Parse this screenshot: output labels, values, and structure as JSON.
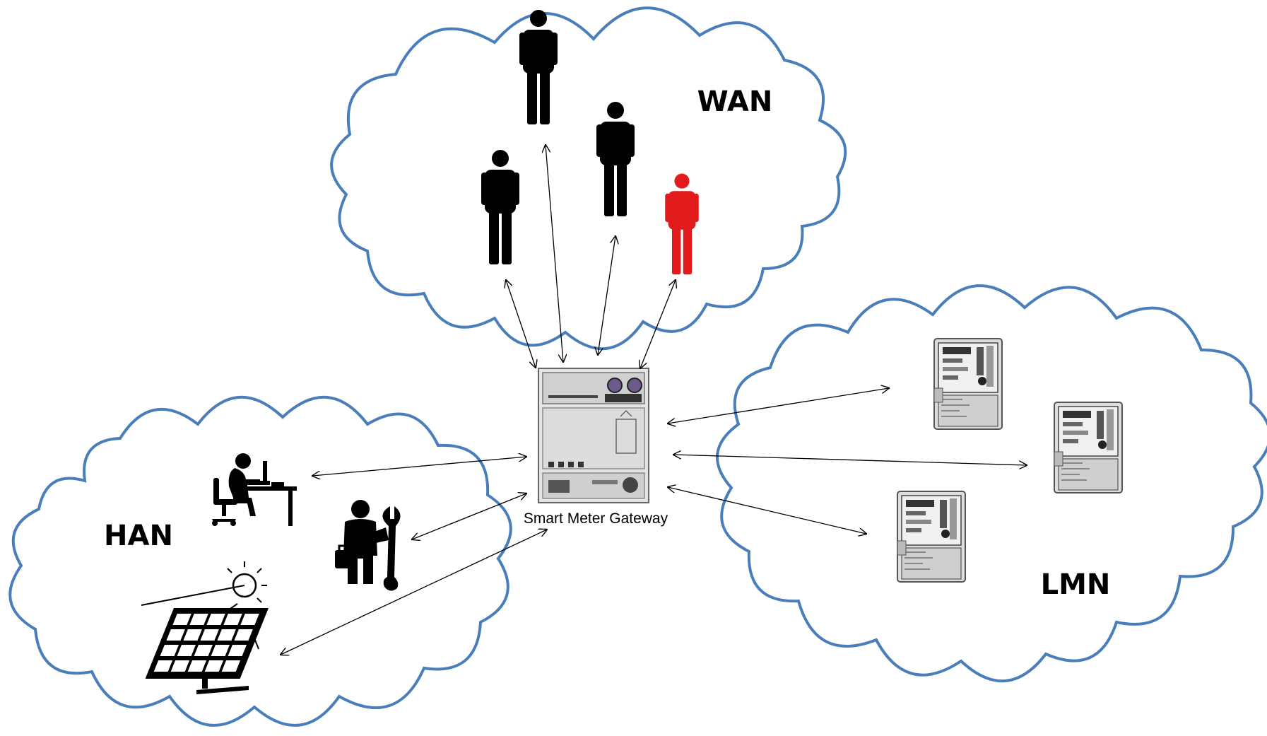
{
  "networks": {
    "wan": {
      "label": "WAN"
    },
    "han": {
      "label": "HAN"
    },
    "lmn": {
      "label": "LMN"
    }
  },
  "gateway": {
    "caption": "Smart Meter Gateway"
  },
  "colors": {
    "cloud_outline": "#4a7ebb",
    "person_default": "#000000",
    "person_attacker": "#e11b1b",
    "arrow": "#000000",
    "device_body": "#d8d8d8",
    "device_outline": "#555555"
  },
  "icons": {
    "wan": [
      "person-icon",
      "person-icon",
      "person-icon",
      "attacker-person-icon"
    ],
    "han": [
      "office-worker-icon",
      "technician-icon",
      "solar-panel-icon"
    ],
    "lmn": [
      "electricity-meter-icon",
      "electricity-meter-icon",
      "electricity-meter-icon"
    ],
    "gateway": "smart-meter-gateway-icon"
  }
}
